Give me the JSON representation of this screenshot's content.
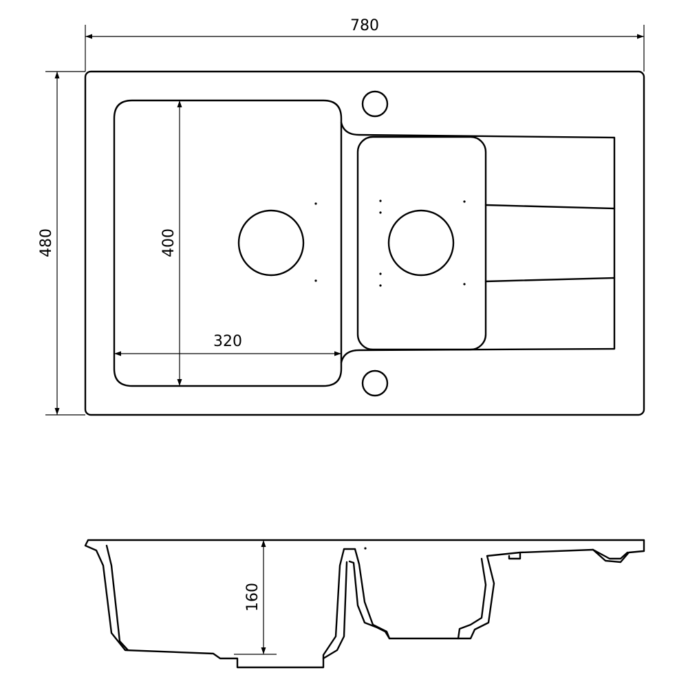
{
  "dimensions": {
    "overall_width": "780",
    "overall_depth": "480",
    "bowl_length": "400",
    "bowl_width": "320",
    "bowl_height": "160"
  },
  "colors": {
    "stroke": "#000000",
    "background": "#ffffff"
  }
}
